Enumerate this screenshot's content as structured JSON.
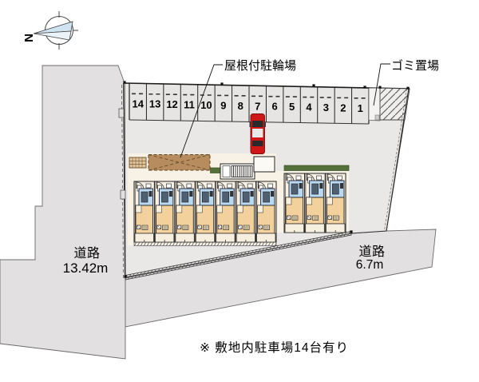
{
  "compass": {
    "north_label": "N"
  },
  "annotations": {
    "bike_shed_label": "屋根付駐輪場",
    "garbage_label": "ゴミ置場"
  },
  "roads": {
    "left": {
      "name": "道路",
      "width": "13.42m"
    },
    "right": {
      "name": "道路",
      "width": "6.7m"
    }
  },
  "parking": {
    "stalls": [
      "14",
      "13",
      "12",
      "11",
      "10",
      "9",
      "8",
      "7",
      "6",
      "5",
      "4",
      "3",
      "2",
      "1"
    ],
    "car_in_stall": "7",
    "total_count": 14
  },
  "note": {
    "text": "※ 敷地内駐車場14台有り"
  },
  "colors": {
    "road_gray": "#e2e0e0",
    "site_gray": "#eae8e6",
    "stall_gray": "#e7e5e4",
    "building_cream": "#f8f2e6",
    "unit_fill": "#f9f2e4",
    "room_tan": "#f3d19c",
    "bath_blue": "#b9d9f1",
    "tub_dark": "#4f6072",
    "balcony_cream": "#f6efdf",
    "cream_notch": "#f9efda",
    "shed_brown": "#b78c5e",
    "utility_tan": "#dfc39a",
    "hedge_green": "#55713b",
    "car_red": "#cf1717",
    "compass_blue": "#cfe3f0"
  }
}
